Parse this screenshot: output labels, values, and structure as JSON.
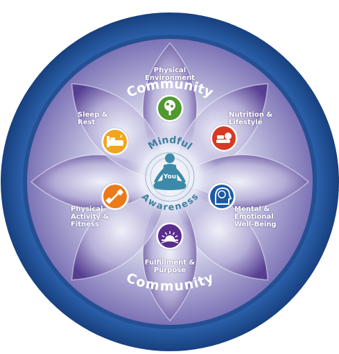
{
  "ring": {
    "top_label": "Community",
    "bottom_label": "Community"
  },
  "center": {
    "top_word": "Mindful",
    "bottom_word": "Awareness",
    "you_label": "You"
  },
  "nodes": [
    {
      "id": "physical-environment",
      "label_lines": [
        "Physical",
        "Environment"
      ],
      "color": "#4f9a2e",
      "icon": "tree-icon"
    },
    {
      "id": "nutrition-lifestyle",
      "label_lines": [
        "Nutrition &",
        "Lifestyle"
      ],
      "color": "#d63a24",
      "icon": "food-icon"
    },
    {
      "id": "mental-emotional",
      "label_lines": [
        "Mental &",
        "Emotional",
        "Well-Being"
      ],
      "color": "#1c5aa6",
      "icon": "head-icon"
    },
    {
      "id": "fulfillment-purpose",
      "label_lines": [
        "Fulfillment &",
        "Purpose"
      ],
      "color": "#5b2d8e",
      "icon": "sunrise-icon"
    },
    {
      "id": "physical-activity",
      "label_lines": [
        "Physical",
        "Activity &",
        "Fitness"
      ],
      "color": "#ea7a1a",
      "icon": "dumbbell-icon"
    },
    {
      "id": "sleep-rest",
      "label_lines": [
        "Sleep &",
        "Rest"
      ],
      "color": "#f2a51b",
      "icon": "bed-icon"
    }
  ],
  "colors": {
    "ring_outer": "#1d4f9c",
    "ring_inner": "#2f67b3",
    "petal": "#5a3f93",
    "center_glow": "#e8eaf6",
    "figure": "#3d8aa8"
  }
}
